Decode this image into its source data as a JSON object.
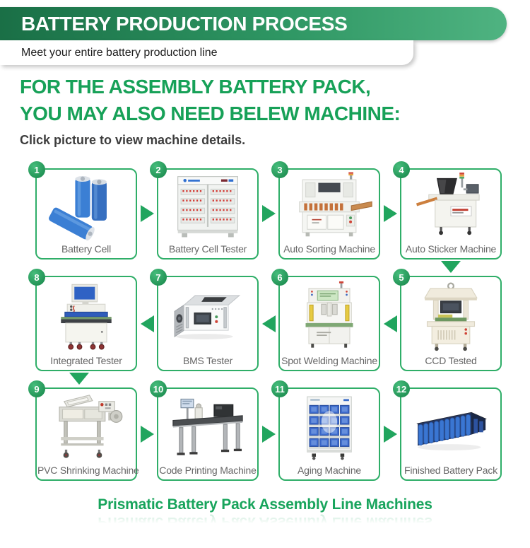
{
  "header": {
    "title": "BATTERY PRODUCTION PROCESS",
    "subtitle": "Meet your entire battery production line"
  },
  "intro": {
    "line1": "FOR THE ASSEMBLY BATTERY PACK,",
    "line2": "YOU MAY ALSO NEED BELEW MACHINE:",
    "note": "Click picture to view machine details."
  },
  "machines": [
    {
      "num": "1",
      "label": "Battery Cell"
    },
    {
      "num": "2",
      "label": "Battery Cell Tester"
    },
    {
      "num": "3",
      "label": "Auto Sorting Machine"
    },
    {
      "num": "4",
      "label": "Auto Sticker Machine"
    },
    {
      "num": "5",
      "label": "CCD Tested"
    },
    {
      "num": "6",
      "label": "Spot Welding Machine"
    },
    {
      "num": "7",
      "label": "BMS Tester"
    },
    {
      "num": "8",
      "label": "Integrated Tester"
    },
    {
      "num": "9",
      "label": "PVC Shrinking Machine"
    },
    {
      "num": "10",
      "label": "Code Printing Machine"
    },
    {
      "num": "11",
      "label": "Aging Machine"
    },
    {
      "num": "12",
      "label": "Finished Battery Pack"
    }
  ],
  "flow": {
    "row1_direction": "right",
    "row2_direction": "left",
    "row3_direction": "right"
  },
  "footer": {
    "caption": "Prismatic Battery Pack Assembly Line Machines"
  },
  "colors": {
    "banner_dark": "#1a6f46",
    "banner_light": "#4fb381",
    "accent_green": "#17a158",
    "card_border_green": "#2fae68",
    "arrow_green": "#21a55e",
    "label_gray": "#666666"
  }
}
